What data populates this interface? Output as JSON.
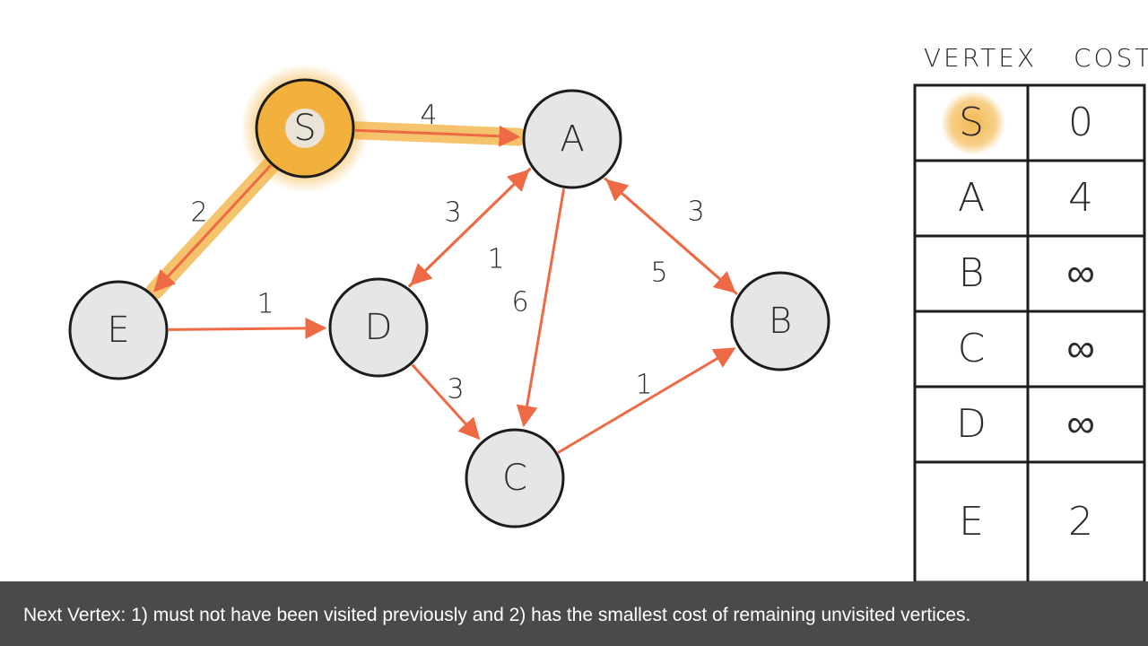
{
  "colors": {
    "edge": "#ee6a45",
    "highlight": "#f2b03c",
    "node_fill": "#e6e6e6",
    "ink": "#1c1c1c",
    "caption_bg": "#4a4a4a"
  },
  "graph": {
    "nodes": [
      {
        "id": "S",
        "label": "S",
        "highlighted": true
      },
      {
        "id": "A",
        "label": "A",
        "highlighted": false
      },
      {
        "id": "E",
        "label": "E",
        "highlighted": false
      },
      {
        "id": "D",
        "label": "D",
        "highlighted": false
      },
      {
        "id": "B",
        "label": "B",
        "highlighted": false
      },
      {
        "id": "C",
        "label": "C",
        "highlighted": false
      }
    ],
    "edges": [
      {
        "from": "S",
        "to": "A",
        "weight": "4",
        "highlighted": true
      },
      {
        "from": "S",
        "to": "E",
        "weight": "2",
        "highlighted": true
      },
      {
        "from": "E",
        "to": "D",
        "weight": "1",
        "highlighted": false
      },
      {
        "from": "A",
        "to": "D",
        "weight": "3",
        "highlighted": false
      },
      {
        "from": "D",
        "to": "A",
        "weight": "1",
        "highlighted": false
      },
      {
        "from": "A",
        "to": "C",
        "weight": "6",
        "highlighted": false
      },
      {
        "from": "A",
        "to": "B",
        "weight": "5",
        "highlighted": false
      },
      {
        "from": "B",
        "to": "A",
        "weight": "3",
        "highlighted": false
      },
      {
        "from": "D",
        "to": "C",
        "weight": "3",
        "highlighted": false
      },
      {
        "from": "C",
        "to": "B",
        "weight": "1",
        "highlighted": false
      }
    ]
  },
  "table": {
    "header": {
      "vertex": "VERTEX",
      "cost": "COST"
    },
    "rows": [
      {
        "vertex": "S",
        "cost": "0",
        "highlighted": true
      },
      {
        "vertex": "A",
        "cost": "4",
        "highlighted": false
      },
      {
        "vertex": "B",
        "cost": "∞",
        "highlighted": false
      },
      {
        "vertex": "C",
        "cost": "∞",
        "highlighted": false
      },
      {
        "vertex": "D",
        "cost": "∞",
        "highlighted": false
      },
      {
        "vertex": "E",
        "cost": "2",
        "highlighted": false
      }
    ]
  },
  "caption": "Next Vertex: 1) must not have been visited previously and 2) has the smallest cost of remaining unvisited vertices."
}
